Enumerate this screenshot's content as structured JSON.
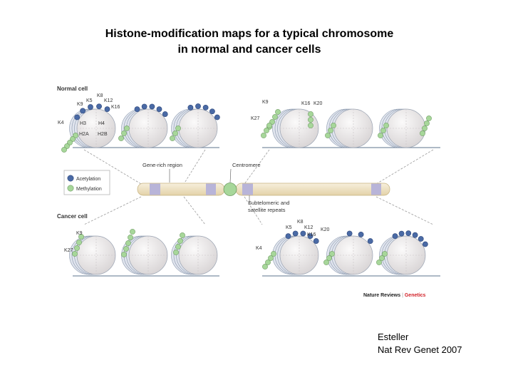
{
  "title": {
    "line1": "Histone-modification maps for a typical chromosome",
    "line2": "in normal and cancer cells"
  },
  "figure": {
    "normal_cell_label": "Normal cell",
    "cancer_cell_label": "Cancer cell",
    "gene_rich_label": "Gene-rich region",
    "centromere_label": "Centromere",
    "subtelomeric_label": "Subtelomeric and satellite repeats",
    "legend": {
      "acetylation": "Acetylation",
      "methylation": "Methylation"
    },
    "normal_residues": [
      "K4",
      "K5",
      "K8",
      "K9",
      "K12",
      "K16"
    ],
    "histone_labels": [
      "H3",
      "H4",
      "H2A",
      "H2B"
    ],
    "normal_repeat_residues": [
      "K9",
      "K16",
      "K20",
      "K27"
    ],
    "cancer_residues": [
      "K9",
      "K27"
    ],
    "cancer_repeat_residues": [
      "K4",
      "K5",
      "K8",
      "K12",
      "K16",
      "K20"
    ],
    "journal": "Nature Reviews",
    "journal_section": "Genetics",
    "colors": {
      "acetylation": "#4a6aa5",
      "methylation": "#a7d79a",
      "nucleosome": "#e6e3e3",
      "chromosome": "#efe1c3",
      "band": "#b8b4d8",
      "journal_accent": "#d2232a"
    }
  },
  "citation": {
    "author": "Esteller",
    "journal": "Nat Rev Genet 2007"
  }
}
